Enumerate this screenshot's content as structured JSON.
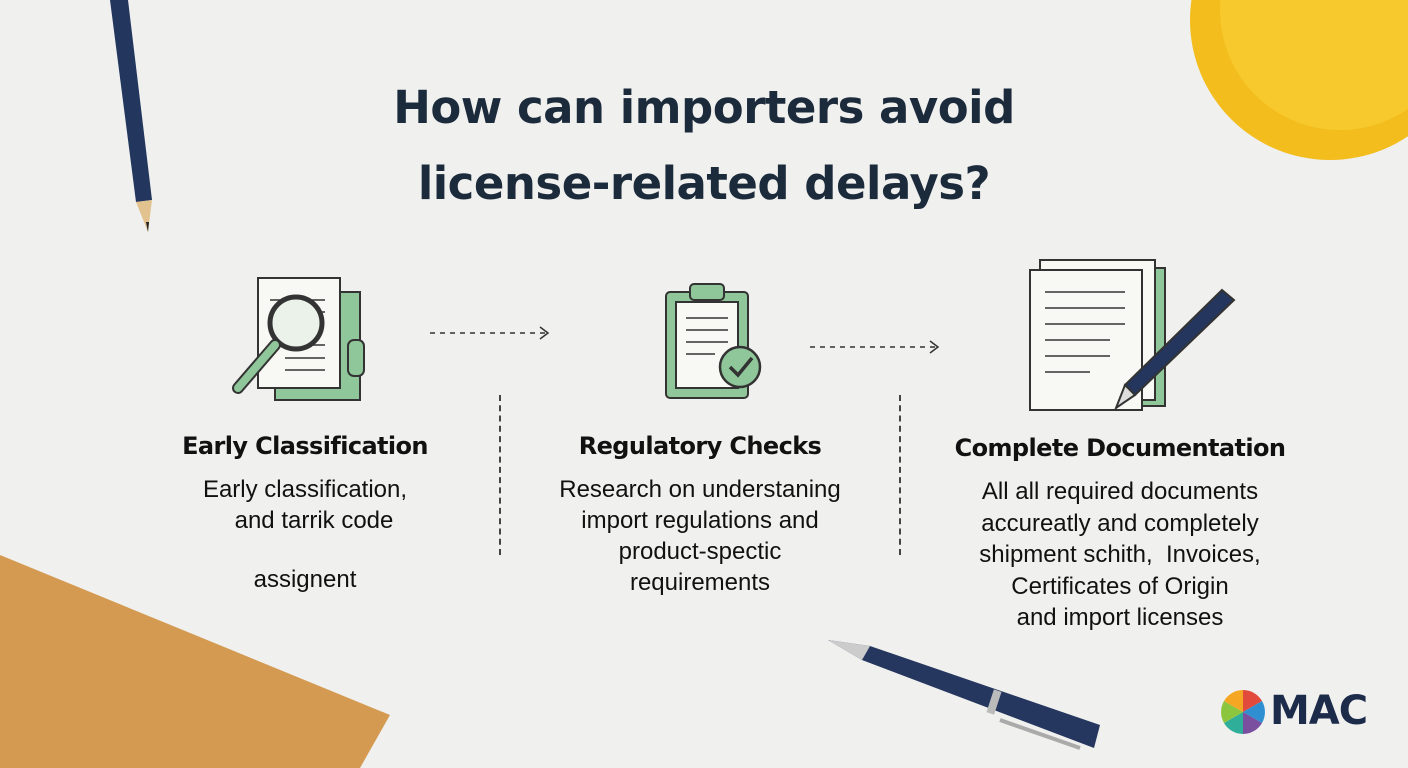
{
  "title": {
    "line1": "How can importers avoid",
    "line2": "license-related delays?"
  },
  "steps": [
    {
      "heading": "Early Classification",
      "lines": [
        "Early classification,",
        "and tarrik code",
        "",
        "assignent"
      ],
      "icon": "magnifier-document-icon"
    },
    {
      "heading": "Regulatory Checks",
      "lines": [
        "Research on understaning",
        "import regulations and",
        "product-spectic",
        "requirements"
      ],
      "icon": "clipboard-check-icon"
    },
    {
      "heading": "Complete Documentation",
      "lines": [
        "All all required documents",
        "accureatly and completely",
        "shipment schith,  Invoices,",
        "Certificates of Origin",
        "and import licenses"
      ],
      "icon": "documents-pen-icon"
    }
  ],
  "logo": {
    "text": "MAC"
  },
  "colors": {
    "title": "#1c2b3c",
    "accent_green": "#8fc79a",
    "navy": "#24365e",
    "helmet": "#f2bd1d",
    "cork": "#d49a52"
  }
}
